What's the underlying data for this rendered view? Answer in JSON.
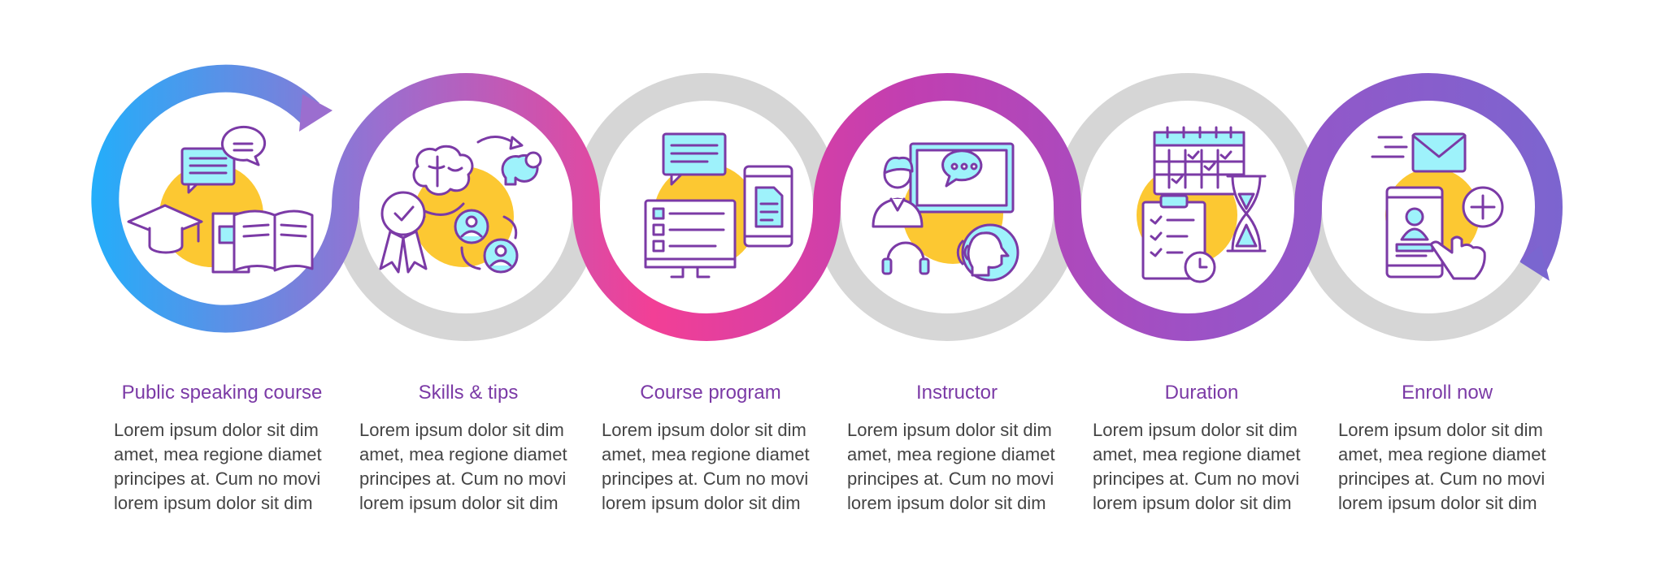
{
  "colors": {
    "gradient": [
      "#1fb0fc",
      "#9b6ecf",
      "#f23f96",
      "#c13fb1",
      "#9b52c6",
      "#7a66d0"
    ],
    "gray": "#d6d6d6",
    "blob": "#fcc832",
    "icon_stroke": "#7b3aa6",
    "icon_fill": "#9ef2fb",
    "title": "#7b3aa6",
    "text": "#444444"
  },
  "steps": [
    {
      "title": "Public speaking course",
      "description": "Lorem ipsum dolor sit dim amet, mea regione diamet principes at. Cum no movi lorem ipsum dolor sit dim",
      "icon": "speaking-course-icon"
    },
    {
      "title": "Skills & tips",
      "description": "Lorem ipsum dolor sit dim amet, mea regione diamet principes at. Cum no movi lorem ipsum dolor sit dim",
      "icon": "skills-tips-icon"
    },
    {
      "title": "Course program",
      "description": "Lorem ipsum dolor sit dim amet, mea regione diamet principes at. Cum no movi lorem ipsum dolor sit dim",
      "icon": "course-program-icon"
    },
    {
      "title": "Instructor",
      "description": "Lorem ipsum dolor sit dim amet, mea regione diamet principes at. Cum no movi lorem ipsum dolor sit dim",
      "icon": "instructor-icon"
    },
    {
      "title": "Duration",
      "description": "Lorem ipsum dolor sit dim amet, mea regione diamet principes at. Cum no movi lorem ipsum dolor sit dim",
      "icon": "duration-icon"
    },
    {
      "title": "Enroll now",
      "description": "Lorem ipsum dolor sit dim amet, mea regione diamet principes at. Cum no movi lorem ipsum dolor sit dim",
      "icon": "enroll-icon"
    }
  ]
}
